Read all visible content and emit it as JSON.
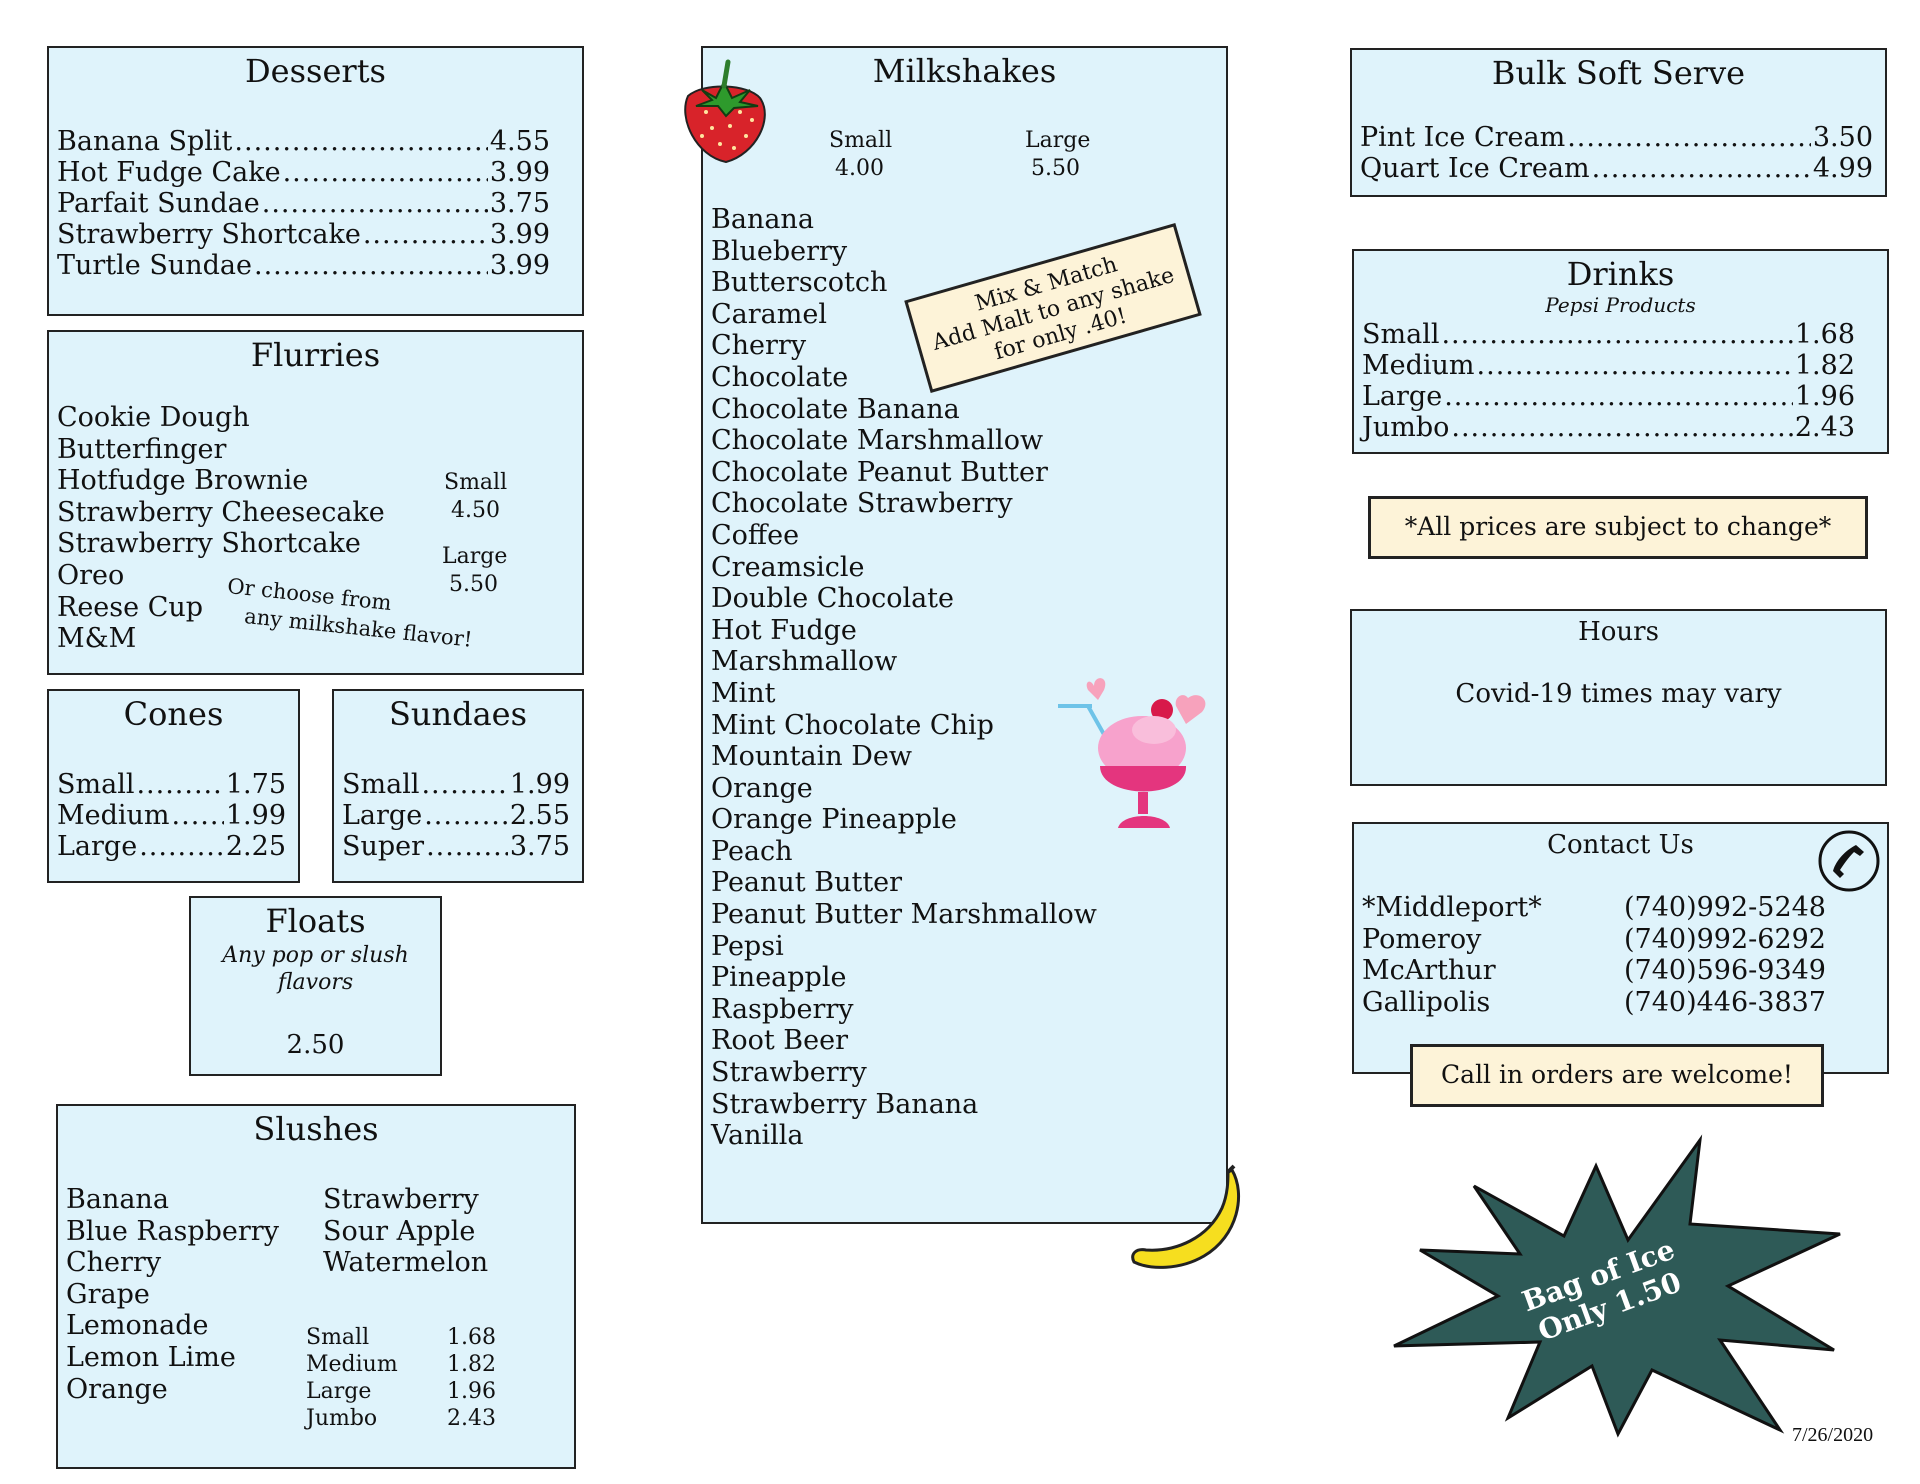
{
  "desserts": {
    "title": "Desserts",
    "items": [
      {
        "name": "Banana Split",
        "price": "4.55"
      },
      {
        "name": "Hot Fudge Cake",
        "price": "3.99"
      },
      {
        "name": "Parfait Sundae",
        "price": "3.75"
      },
      {
        "name": "Strawberry Shortcake",
        "price": "3.99"
      },
      {
        "name": "Turtle Sundae",
        "price": "3.99"
      }
    ]
  },
  "flurries": {
    "title": "Flurries",
    "items": [
      "Cookie Dough",
      "Butterfinger",
      "Hotfudge Brownie",
      "Strawberry Cheesecake",
      "Strawberry Shortcake",
      "Oreo",
      "Reese Cup",
      "M&M"
    ],
    "small_label": "Small",
    "small_price": "4.50",
    "large_label": "Large",
    "large_price": "5.50",
    "note_line1": "Or choose from",
    "note_line2": "any milkshake flavor!"
  },
  "cones": {
    "title": "Cones",
    "items": [
      {
        "name": "Small",
        "price": "1.75"
      },
      {
        "name": "Medium",
        "price": "1.99"
      },
      {
        "name": "Large",
        "price": "2.25"
      }
    ]
  },
  "sundaes": {
    "title": "Sundaes",
    "items": [
      {
        "name": "Small",
        "price": "1.99"
      },
      {
        "name": "Large",
        "price": "2.55"
      },
      {
        "name": "Super",
        "price": "3.75"
      }
    ]
  },
  "floats": {
    "title": "Floats",
    "subtitle_line1": "Any pop or slush",
    "subtitle_line2": "flavors",
    "price": "2.50"
  },
  "slushes": {
    "title": "Slushes",
    "items_left": [
      "Banana",
      "Blue Raspberry",
      "Cherry",
      "Grape",
      "Lemonade",
      "Lemon Lime",
      "Orange"
    ],
    "items_right": [
      "Strawberry",
      "Sour Apple",
      "Watermelon"
    ],
    "sizes": [
      {
        "name": "Small",
        "price": "1.68"
      },
      {
        "name": "Medium",
        "price": "1.82"
      },
      {
        "name": "Large",
        "price": "1.96"
      },
      {
        "name": "Jumbo",
        "price": "2.43"
      }
    ]
  },
  "milkshakes": {
    "title": "Milkshakes",
    "small_label": "Small",
    "small_price": "4.00",
    "large_label": "Large",
    "large_price": "5.50",
    "flavors": [
      "Banana",
      "Blueberry",
      "Butterscotch",
      "Caramel",
      "Cherry",
      "Chocolate",
      "Chocolate Banana",
      "Chocolate Marshmallow",
      "Chocolate Peanut Butter",
      "Chocolate Strawberry",
      "Coffee",
      "Creamsicle",
      "Double Chocolate",
      "Hot Fudge",
      "Marshmallow",
      "Mint",
      "Mint Chocolate Chip",
      "Mountain Dew",
      "Orange",
      "Orange Pineapple",
      "Peach",
      "Peanut Butter",
      "Peanut Butter Marshmallow",
      "Pepsi",
      "Pineapple",
      "Raspberry",
      "Root Beer",
      "Strawberry",
      "Strawberry Banana",
      "Vanilla"
    ],
    "promo_line1": "Mix & Match",
    "promo_line2": "Add Malt to any shake",
    "promo_line3": "for only .40!"
  },
  "bulk": {
    "title": "Bulk Soft Serve",
    "items": [
      {
        "name": "Pint Ice Cream",
        "price": "3.50"
      },
      {
        "name": "Quart Ice Cream",
        "price": "4.99"
      }
    ]
  },
  "drinks": {
    "title": "Drinks",
    "subtitle": "Pepsi Products",
    "items": [
      {
        "name": "Small",
        "price": "1.68"
      },
      {
        "name": "Medium",
        "price": "1.82"
      },
      {
        "name": "Large",
        "price": "1.96"
      },
      {
        "name": "Jumbo",
        "price": "2.43"
      }
    ]
  },
  "disclaimer": "*All prices are subject to change*",
  "hours": {
    "title": "Hours",
    "text": "Covid-19 times may vary"
  },
  "contact": {
    "title": "Contact Us",
    "locations": [
      {
        "name": "*Middleport*",
        "phone": "(740)992-5248"
      },
      {
        "name": "Pomeroy",
        "phone": "(740)992-6292"
      },
      {
        "name": "McArthur",
        "phone": "(740)596-9349"
      },
      {
        "name": "Gallipolis",
        "phone": "(740)446-3837"
      }
    ],
    "call_note": "Call in orders are welcome!"
  },
  "ice": {
    "line1": "Bag of Ice",
    "line2": "Only 1.50"
  },
  "date": "7/26/2020",
  "colors": {
    "panel": "#dff3fb",
    "note": "#fdf3d8",
    "ice_badge": "#2e5a57"
  }
}
